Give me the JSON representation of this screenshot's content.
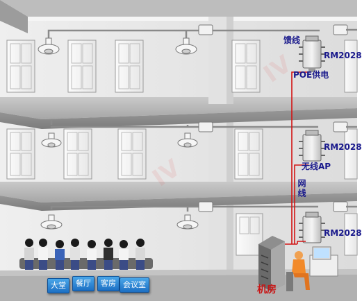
{
  "labels": {
    "feeder": "馈线",
    "poe": "POE供电",
    "wireless_ap": "无线AP",
    "network_cable": "网线",
    "machine_room": "机房"
  },
  "ap_models": [
    "RM2028",
    "RM2028",
    "RM2028"
  ],
  "services": [
    "大堂",
    "餐厅",
    "客房",
    "会议室"
  ],
  "colors": {
    "label_blue": "#1a1a8c",
    "label_red": "#c81414",
    "cable_red": "#d21414",
    "service_blue": "#2a86d6"
  }
}
